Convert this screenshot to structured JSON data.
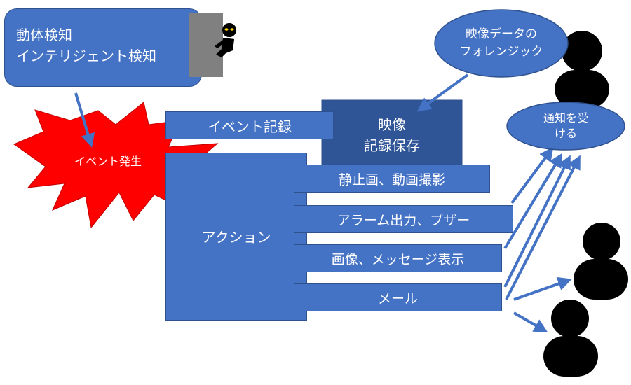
{
  "diagram": {
    "detection": {
      "line1": "動体検知",
      "line2": "インテリジェント検知"
    },
    "event": {
      "label": "イベント発生"
    },
    "event_record": {
      "label": "イベント記録"
    },
    "video_storage": {
      "line1": "映像",
      "line2": "記録保存"
    },
    "action": {
      "label": "アクション"
    },
    "actions": [
      {
        "label": "静止画、動画撮影"
      },
      {
        "label": "アラーム出力、ブザー"
      },
      {
        "label": "画像、メッセージ表示"
      },
      {
        "label": "メール"
      }
    ],
    "forensic": {
      "line1": "映像データの",
      "line2": "フォレンジック"
    },
    "notify": {
      "line1": "通知を受",
      "line2": "ける"
    }
  },
  "colors": {
    "box_fill": "#4472c4",
    "box_stroke": "#2f528f",
    "storage_fill": "#2f5597",
    "burst_fill": "#ff0000",
    "door_fill": "#808080",
    "person_fill": "#000000"
  },
  "icons": [
    "intruder-icon",
    "person-icon"
  ]
}
